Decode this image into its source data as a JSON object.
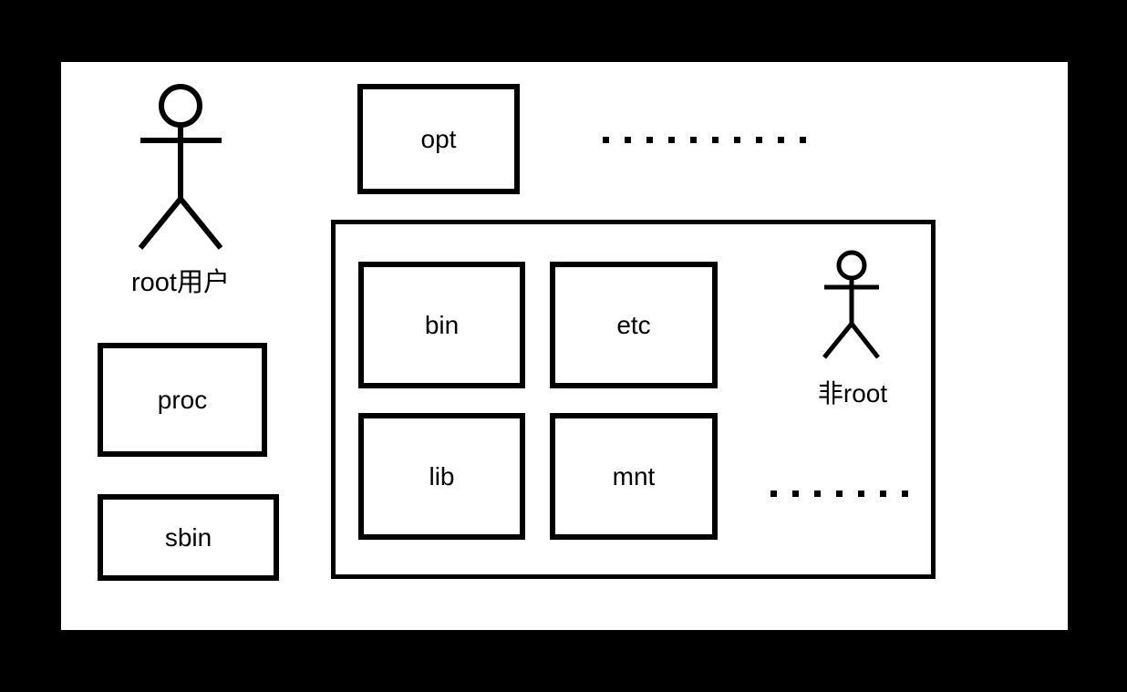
{
  "diagram": {
    "description": "linux-filesystem-permissions-diagram",
    "colors": {
      "background": "#000000",
      "panel": "#ffffff",
      "ink": "#000000"
    },
    "actors": {
      "root": {
        "label": "root用户"
      },
      "non_root": {
        "label": "非root"
      }
    },
    "outer_boxes": [
      {
        "id": "opt",
        "label": "opt"
      },
      {
        "id": "proc",
        "label": "proc"
      },
      {
        "id": "sbin",
        "label": "sbin"
      }
    ],
    "container_boxes": [
      {
        "id": "bin",
        "label": "bin"
      },
      {
        "id": "etc",
        "label": "etc"
      },
      {
        "id": "lib",
        "label": "lib"
      },
      {
        "id": "mnt",
        "label": "mnt"
      }
    ],
    "ellipses": {
      "top_dot_count": 10,
      "bottom_dot_count": 7
    }
  }
}
